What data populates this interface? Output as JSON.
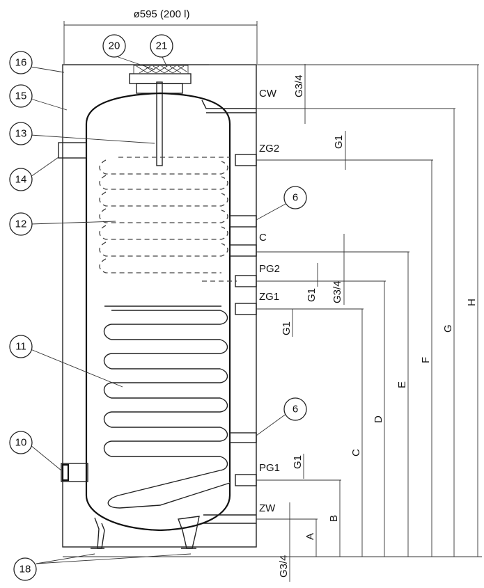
{
  "diameter_label": "ø595 (200 l)",
  "connections": {
    "cw": "CW",
    "zg2": "ZG2",
    "c": "C",
    "pg2": "PG2",
    "zg1": "ZG1",
    "pg1": "PG1",
    "zw": "ZW"
  },
  "thread_sizes": {
    "cw": "G3/4",
    "zg2": "G1",
    "pg2": "G1",
    "c": "G3/4",
    "zg1": "G1",
    "pg1": "G1",
    "zw": "G3/4"
  },
  "dimensions": [
    "A",
    "B",
    "C",
    "D",
    "E",
    "F",
    "G",
    "H"
  ],
  "callouts": {
    "c16": "16",
    "c15": "15",
    "c13": "13",
    "c14": "14",
    "c12": "12",
    "c11": "11",
    "c10": "10",
    "c18": "18",
    "c20": "20",
    "c21": "21",
    "c6a": "6",
    "c6b": "6"
  }
}
